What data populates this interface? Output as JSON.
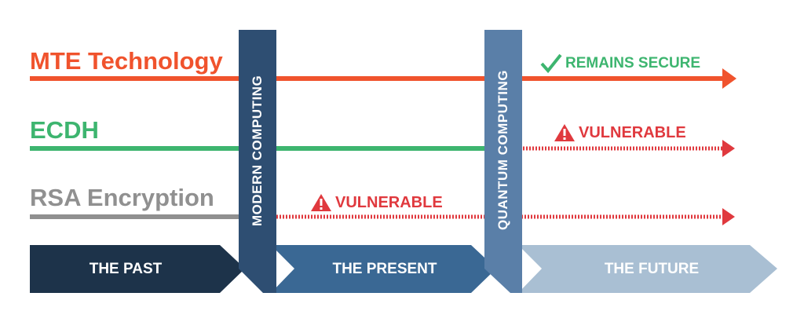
{
  "colors": {
    "mte": "#f0532d",
    "ecdh": "#3db56f",
    "rsa": "#909090",
    "vulnerable": "#e0393e",
    "secure": "#3db56f",
    "past": "#1d334a",
    "present": "#3a6894",
    "future": "#a9bfd3",
    "modern_pillar": "#2e4e72",
    "quantum_pillar": "#5a7fa8"
  },
  "technologies": {
    "mte": "MTE Technology",
    "ecdh": "ECDH",
    "rsa": "RSA Encryption"
  },
  "pillars": {
    "modern": "MODERN COMPUTING",
    "quantum": "QUANTUM COMPUTING"
  },
  "eras": {
    "past": "THE PAST",
    "present": "THE PRESENT",
    "future": "THE FUTURE"
  },
  "status": {
    "mte_future": "REMAINS SECURE",
    "ecdh_future": "VULNERABLE",
    "rsa_present": "VULNERABLE"
  },
  "icons": {
    "check": "check-icon",
    "warning": "warning-icon"
  }
}
